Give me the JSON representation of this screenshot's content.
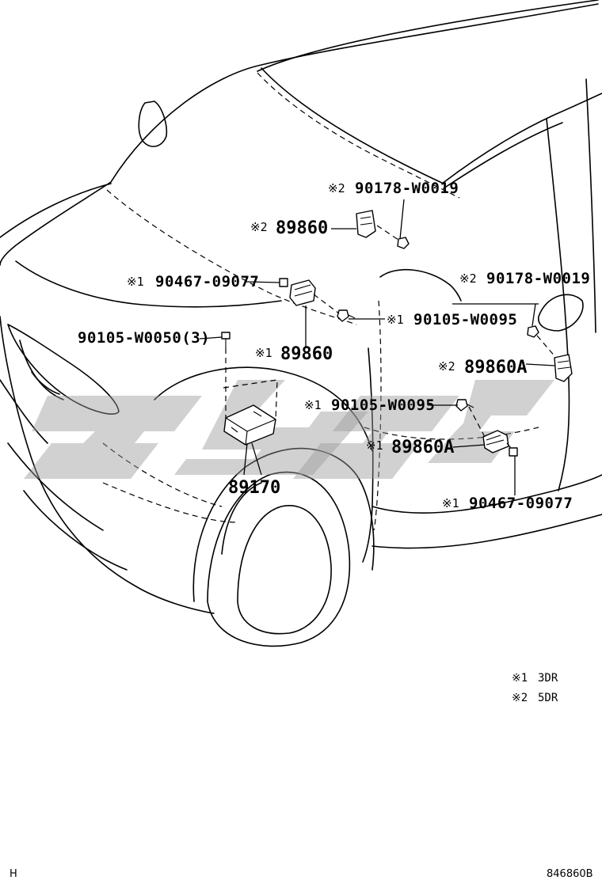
{
  "diagram": {
    "callouts": [
      {
        "id": "c1",
        "marker": "※2",
        "part": "90178-W0019"
      },
      {
        "id": "c2",
        "marker": "※2",
        "part": "89860"
      },
      {
        "id": "c3",
        "marker": "※1",
        "part": "90467-09077"
      },
      {
        "id": "c4",
        "marker": "※1",
        "part": "90105-W0095"
      },
      {
        "id": "c5",
        "marker": "",
        "part": "90105-W0050(3)"
      },
      {
        "id": "c6",
        "marker": "※1",
        "part": "89860"
      },
      {
        "id": "c7",
        "marker": "※2",
        "part": "90178-W0019"
      },
      {
        "id": "c8",
        "marker": "※2",
        "part": "89860A"
      },
      {
        "id": "c9",
        "marker": "※1",
        "part": "90105-W0095"
      },
      {
        "id": "c10",
        "marker": "※1",
        "part": "89860A"
      },
      {
        "id": "c11",
        "marker": "",
        "part": "89170"
      },
      {
        "id": "c12",
        "marker": "※1",
        "part": "90467-09077"
      }
    ],
    "legend": [
      {
        "marker": "※1",
        "text": "3DR"
      },
      {
        "marker": "※2",
        "text": "5DR"
      }
    ],
    "footer": {
      "left_code": "H",
      "drawing_number": "846860B"
    }
  }
}
